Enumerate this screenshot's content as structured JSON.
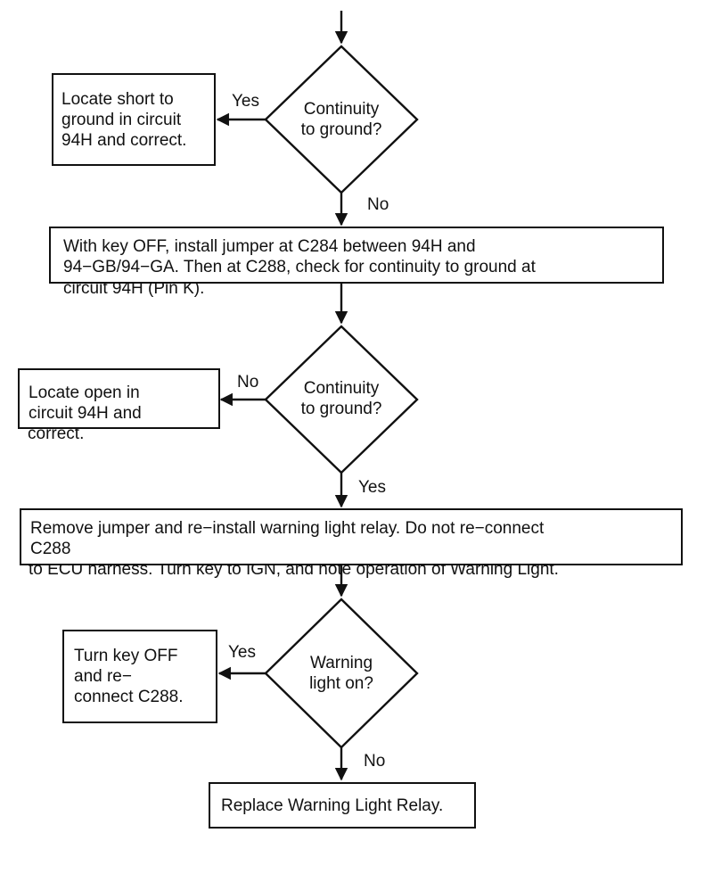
{
  "flow": {
    "decision1": {
      "question": "Continuity\nto ground?",
      "yes_label": "Yes",
      "no_label": "No"
    },
    "action1": "Locate short to\nground in circuit\n94H and correct.",
    "step1": "With key OFF, install jumper at C284 between 94H and\n94−GB/94−GA. Then at C288, check for continuity to ground at",
    "step1_overflow": "circuit 94H (Pin K).",
    "decision2": {
      "question": "Continuity\nto ground?",
      "no_label": "No",
      "yes_label": "Yes"
    },
    "action2": "Locate open in\ncircuit 94H and",
    "action2_overflow": "correct.",
    "step2": "Remove jumper and re−install warning light relay. Do not re−connect\nC288",
    "step2_overflow": "to ECU harness. Turn key to IGN, and note operation of Warning Light.",
    "decision3": {
      "question": "Warning\nlight on?",
      "yes_label": "Yes",
      "no_label": "No"
    },
    "action3": "Turn key OFF\nand re−\nconnect C288.",
    "final": "Replace Warning Light Relay."
  }
}
